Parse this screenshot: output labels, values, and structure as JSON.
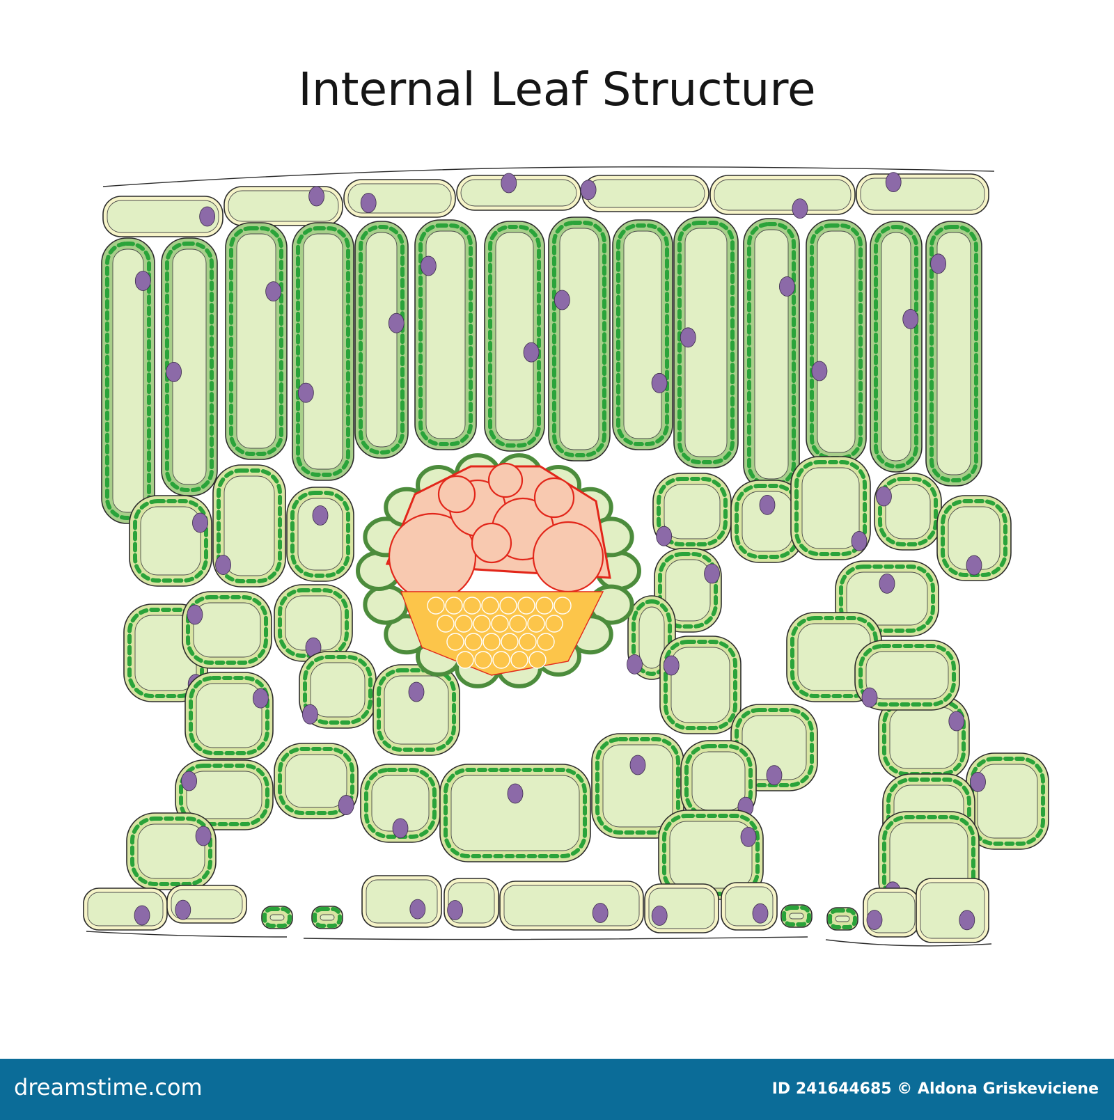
{
  "title": "Internal Leaf Structure",
  "footer": {
    "brand": "dreamstime.com",
    "id_line": "ID 241644685 © Aldona Griskeviciene"
  },
  "colors": {
    "epidermis_fill": "#f6f4c8",
    "cell_fill": "#e1efc4",
    "palisade_wall": "#a8cf8a",
    "spongy_wall": "#d9e5a3",
    "chloroplast": "#2aa33a",
    "nucleus": "#8c6aa8",
    "xylem_fill": "#f8c9b0",
    "xylem_wall": "#e2261a",
    "phloem_fill": "#fcc54a",
    "bundle_sheath": "#4c8c3c",
    "footer_bg": "#0b6c98"
  },
  "layers": [
    "upper epidermis",
    "palisade mesophyll",
    "spongy mesophyll",
    "vascular bundle (xylem, phloem, bundle sheath)",
    "lower epidermis"
  ]
}
